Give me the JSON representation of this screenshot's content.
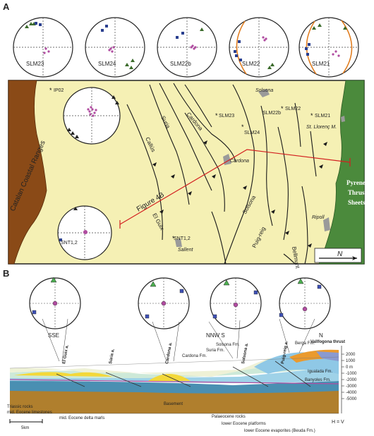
{
  "panel_a": {
    "label": "A",
    "stereonets": [
      {
        "id": "slm23",
        "label": "SLM23"
      },
      {
        "id": "slm24",
        "label": "SLM24"
      },
      {
        "id": "slm22b",
        "label": "SLM22b"
      },
      {
        "id": "slm22",
        "label": "SLM22"
      },
      {
        "id": "slm21",
        "label": "SLM21"
      }
    ],
    "map": {
      "ranges_label": "Catalan Coastal Ranges",
      "pyrenean_label_1": "Pyrenean",
      "pyrenean_label_2": "Thrust",
      "pyrenean_label_3": "Sheets",
      "site_ip02": "IP02",
      "site_slm23": "SLM23",
      "site_slm22b": "SLM22b",
      "site_slm22": "SLM22",
      "site_slm21": "SLM21",
      "site_slm24": "SLM24",
      "site_snt": "SNT1,2",
      "town_solsona": "Solsona",
      "town_cardona": "Cardona",
      "town_stllorenc": "St. Llorenç M.",
      "town_ripoll": "Ripoll",
      "town_sallent": "Sallent",
      "struct_suria": "Suria",
      "struct_cardona": "Cardona",
      "struct_callus": "Callús",
      "struct_elguix": "El Guix",
      "struct_solsona": "Solsona",
      "struct_pugreig": "Puig-reig",
      "struct_bellmunt": "Bellmunt",
      "section_label": "Figure 4B",
      "inset_net_label": "SNT1,2",
      "north": "N"
    }
  },
  "panel_b": {
    "label": "B",
    "dir_sse": "SSE",
    "dir_nnw_s": "NNW S",
    "dir_n": "N",
    "struct_elguix": "El Guix a.",
    "struct_suria": "Súria a.",
    "struct_cardona": "Cardona a.",
    "struct_solsona": "Solsona a.",
    "struct_pugreig": "Puig-reig a.",
    "struct_vallfogona": "Vallfogona thrust",
    "fm_cardona": "Cardona Fm.",
    "fm_suria": "Suria Fm.",
    "fm_solsona": "Solsona Fm.",
    "fm_berga": "Berga Fm.",
    "fm_igualada": "Igualada Fm.",
    "fm_banyoles": "Banyoles Fm.",
    "unit_basement": "Basement",
    "unit_triassic": "Triassic rocks",
    "unit_limestones": "mid. Eocene limestones",
    "unit_delta": "mid. Eocene delta marls",
    "unit_palaeocene": "Palaeocene rocks",
    "unit_platforms": "lower Eocene platforms",
    "unit_evaporites": "lower Eocene evaporites (Beuda Fm.)",
    "depth_ticks": [
      "2000",
      "1000",
      "0 m",
      "-1000",
      "-2000",
      "-3000",
      "-4000",
      "-5000"
    ],
    "scale_label": "5km",
    "ratio_label": "H = V"
  }
}
